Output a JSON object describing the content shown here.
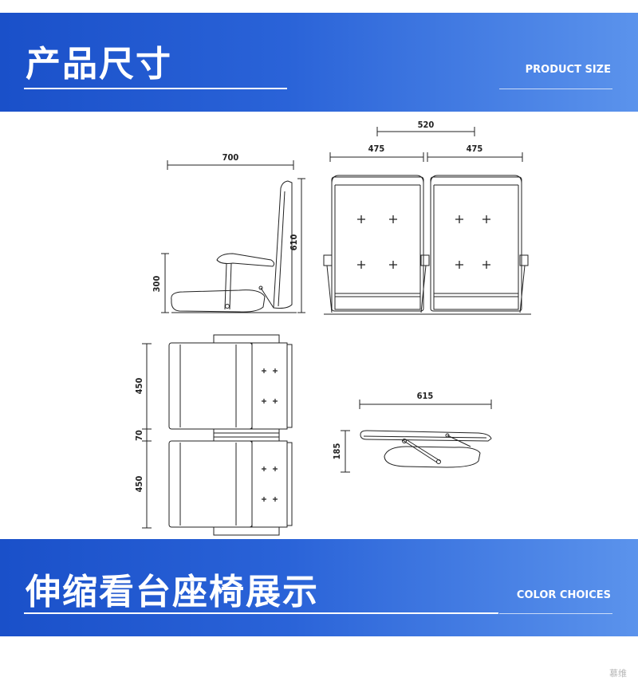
{
  "header": {
    "title": "产品尺寸",
    "subtitle": "PRODUCT SIZE"
  },
  "footer": {
    "title": "伸缩看台座椅展示",
    "subtitle": "COLOR CHOICES"
  },
  "watermark": "慕维",
  "dimensions": {
    "side_depth": "700",
    "side_height": "610",
    "side_seat_height": "300",
    "front_center": "520",
    "front_width_left": "475",
    "front_width_right": "475",
    "top_seat_1": "450",
    "top_gap": "70",
    "top_seat_2": "450",
    "folded_width": "615",
    "folded_height": "185"
  },
  "colors": {
    "banner_start": "#1a50c9",
    "banner_end": "#5b93ec",
    "line": "#222222"
  }
}
